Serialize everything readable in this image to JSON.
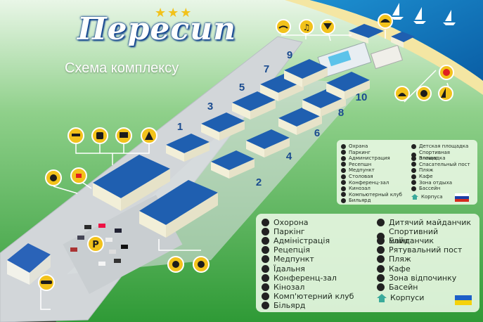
{
  "brand": {
    "name": "Пересип",
    "stars": "★★★"
  },
  "title": "Схема комплексу",
  "buildings": [
    "1",
    "2",
    "3",
    "4",
    "5",
    "6",
    "7",
    "8",
    "9",
    "10"
  ],
  "legend_ru": {
    "col1": [
      "Охрана",
      "Паркинг",
      "Администрация",
      "Ресепшн",
      "Медпункт",
      "Столовая",
      "Конференц-зал",
      "Кинозал",
      "Компьютерный клуб",
      "Бильярд"
    ],
    "col2": [
      "Детская площадка",
      "Спортивная площадка",
      "Эллинг",
      "Спасательный пост",
      "Пляж",
      "Кафе",
      "Зона отдыха",
      "Бассейн"
    ],
    "corpus": "Корпуса"
  },
  "legend_ua": {
    "col1": [
      "Охорона",
      "Паркінг",
      "Адміністрація",
      "Рецепція",
      "Медпункт",
      "Їдальня",
      "Конференц-зал",
      "Кінозал",
      "Комп'ютерний клуб",
      "Більярд"
    ],
    "col2": [
      "Дитячий майданчик",
      "Спортивний майданчик",
      "Елінг",
      "Рятувальний пост",
      "Пляж",
      "Кафе",
      "Зона відпочинку",
      "Басейн"
    ],
    "corpus": "Корпуси"
  },
  "colors": {
    "grass": "#3fae43",
    "sea": "#0f7fbf",
    "roof": "#1f5fb0",
    "road": "#cfd3d6",
    "label": "#1a4b8f"
  }
}
